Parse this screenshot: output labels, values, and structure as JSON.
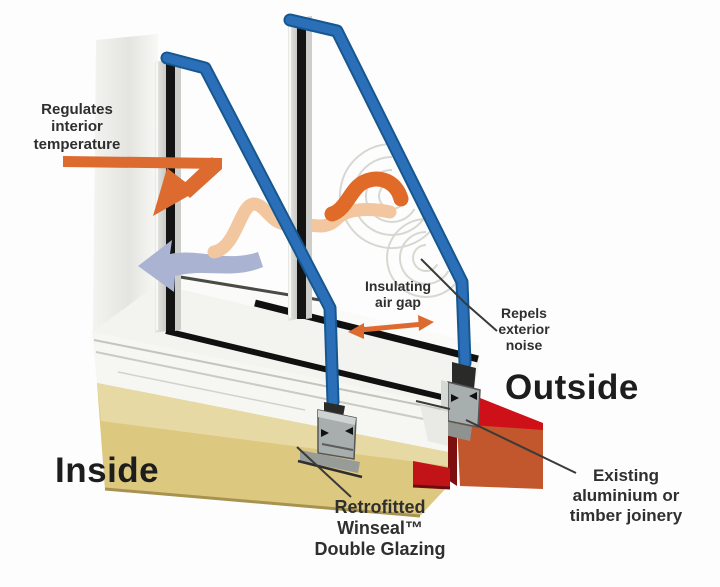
{
  "diagram_title": "Retrofitted Winseal Double Glazing cutaway diagram",
  "labels": {
    "regulates": {
      "lines": [
        "Regulates",
        "interior",
        "temperature"
      ]
    },
    "insulating": {
      "lines": [
        "Insulating",
        "air gap"
      ]
    },
    "repels": {
      "lines": [
        "Repels",
        "exterior",
        "noise"
      ]
    },
    "outside": "Outside",
    "inside": "Inside",
    "retrofitted": {
      "lines": [
        "Retrofitted",
        "Winseal™",
        "Double Glazing"
      ]
    },
    "existing": {
      "lines": [
        "Existing",
        "aluminium or",
        "timber joinery"
      ]
    }
  },
  "parts": {
    "inner_glass_pane": "existing inner glass pane",
    "outer_glass_pane": "existing outer glass pane",
    "glazing_panels": "retrofitted Winseal glazing panels (blue)",
    "sill": "timber sill (tan)",
    "joinery": "existing aluminium or timber joinery (red channel)",
    "heat_arrow": "heat regulation arrow",
    "cool_air_arrow": "cool air arrow",
    "heat_wave": "reflected heat wave",
    "sound_waves": "exterior noise ripples",
    "air_gap_arrow": "insulating air gap double arrow"
  },
  "colors": {
    "glazing_blue": "#2b6fb8",
    "glazing_blue_dark": "#17578f",
    "heat_orange": "#dd6b2f",
    "heat_peach": "#f2c79f",
    "cool_lavender": "#aab3d2",
    "sill_tan_top": "#e7d9a4",
    "sill_tan_front": "#dcc87e",
    "joinery_red": "#ce1118",
    "joinery_red_front": "#c2562c",
    "glass_black": "#141414",
    "frame_white": "#f6f6f3",
    "label_dark": "#2f2f2f",
    "ripple_grey": "#d8d8d2"
  }
}
